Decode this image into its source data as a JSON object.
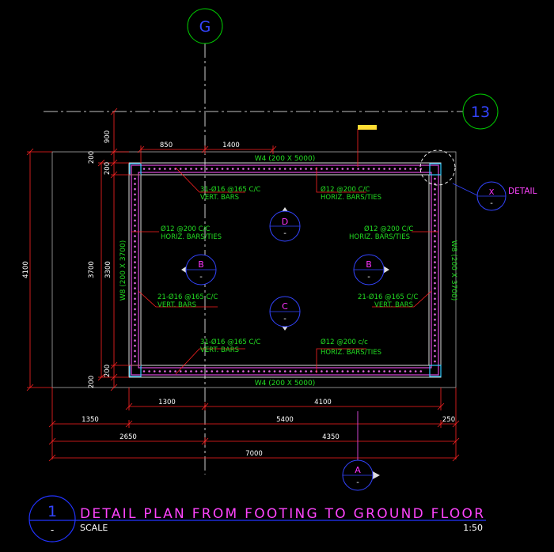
{
  "grid": {
    "vertical": "G",
    "horizontal": "13"
  },
  "dims": {
    "top_850": "850",
    "top_1400": "1400",
    "left_900": "900",
    "left_200_a": "200",
    "left_200_b": "200",
    "left_4100": "4100",
    "left_3700": "3700",
    "left_3300": "3300",
    "left_200_c": "200",
    "left_200_d": "200",
    "bot_1300": "1300",
    "bot_4100": "4100",
    "bot_1350": "1350",
    "bot_5400": "5400",
    "bot_250": "250",
    "bot_2650": "2650",
    "bot_4350": "4350",
    "bot_7000": "7000"
  },
  "walls": {
    "top": "W4 (200 X 5000)",
    "bottom": "W4 (200 X 5000)",
    "left": "W8 (200 X 3700)",
    "right": "W8 (200 X 3700)"
  },
  "notes": {
    "n1a": "31-Ø16 @165 C/C",
    "n1b": "VERT. BARS",
    "n2a": "Ø12 @200 C/C",
    "n2b": "HORIZ. BARS/TIES",
    "n3a": "Ø12 @200 C/C",
    "n3b": "HORIZ. BARS/TIES",
    "n4a": "Ø12 @200 C/C",
    "n4b": "HORIZ. BARS/TIES",
    "n5a": "21-Ø16 @165 C/C",
    "n5b": "VERT. BARS",
    "n6a": "21-Ø16 @165 C/C",
    "n6b": "VERT. BARS",
    "n7a": "31-Ø16 @165 C/C",
    "n7b": "VERT. BARS",
    "n8a": "Ø12 @200 c/c",
    "n8b": "HORIZ. BARS/TIES"
  },
  "sections": {
    "d": {
      "letter": "D",
      "sub": "-"
    },
    "c": {
      "letter": "C",
      "sub": "-"
    },
    "b_left": {
      "letter": "B",
      "sub": "-"
    },
    "b_right": {
      "letter": "B",
      "sub": "-"
    },
    "a": {
      "letter": "A",
      "sub": "-"
    },
    "x": {
      "letter": "X",
      "sub": "-",
      "label": "DETAIL"
    }
  },
  "title": {
    "number": "1",
    "sub": "-",
    "text": "DETAIL  PLAN  FROM  FOOTING  TO  GROUND  FLOOR",
    "scale_label": "SCALE",
    "scale_value": "1:50"
  },
  "colors": {
    "grid_bubble": "#00cc00",
    "grid_text": "#3344ff",
    "section_letter": "#ff33ff",
    "title_text": "#ff44ff",
    "title_bubble": "#2233ff",
    "wall_outline": "#dddddd",
    "rebar": "#cc44cc",
    "dimension": "#ff2222",
    "note_text": "#22dd22",
    "leader": "#ff2222",
    "column": "#33ccff"
  }
}
